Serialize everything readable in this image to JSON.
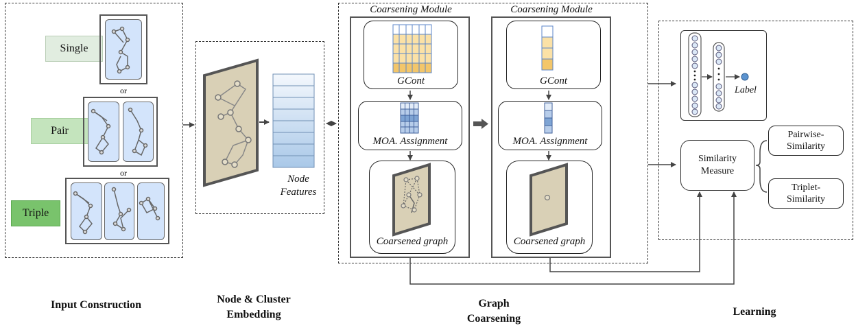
{
  "input": {
    "single": "Single",
    "pair": "Pair",
    "triple": "Triple",
    "or1": "or",
    "or2": "or",
    "caption": "Input Construction",
    "colors": {
      "single": "#e1ede0",
      "pair": "#c4e4bd",
      "triple": "#79c36c"
    }
  },
  "embedding": {
    "node_features_1": "Node",
    "node_features_2": "Features",
    "caption_1": "Node & Cluster",
    "caption_2": "Embedding"
  },
  "coarsening": {
    "module1_title": "Coarsening Module",
    "module2_title": "Coarsening Module",
    "gconv1": "GCont",
    "gconv2": "GCont",
    "assign1": "MOA. Assignment",
    "assign2": "MOA. Assignment",
    "graph1": "Coarsened graph",
    "graph2": "Coarsened graph",
    "caption_1": "Graph",
    "caption_2": "Coarsening"
  },
  "learning": {
    "label": "Label",
    "similarity_1": "Similarity",
    "similarity_2": "Measure",
    "pairwise_1": "Pairwise-",
    "pairwise_2": "Similarity",
    "triplet_1": "Triplet-",
    "triplet_2": "Similarity",
    "caption": "Learning"
  }
}
